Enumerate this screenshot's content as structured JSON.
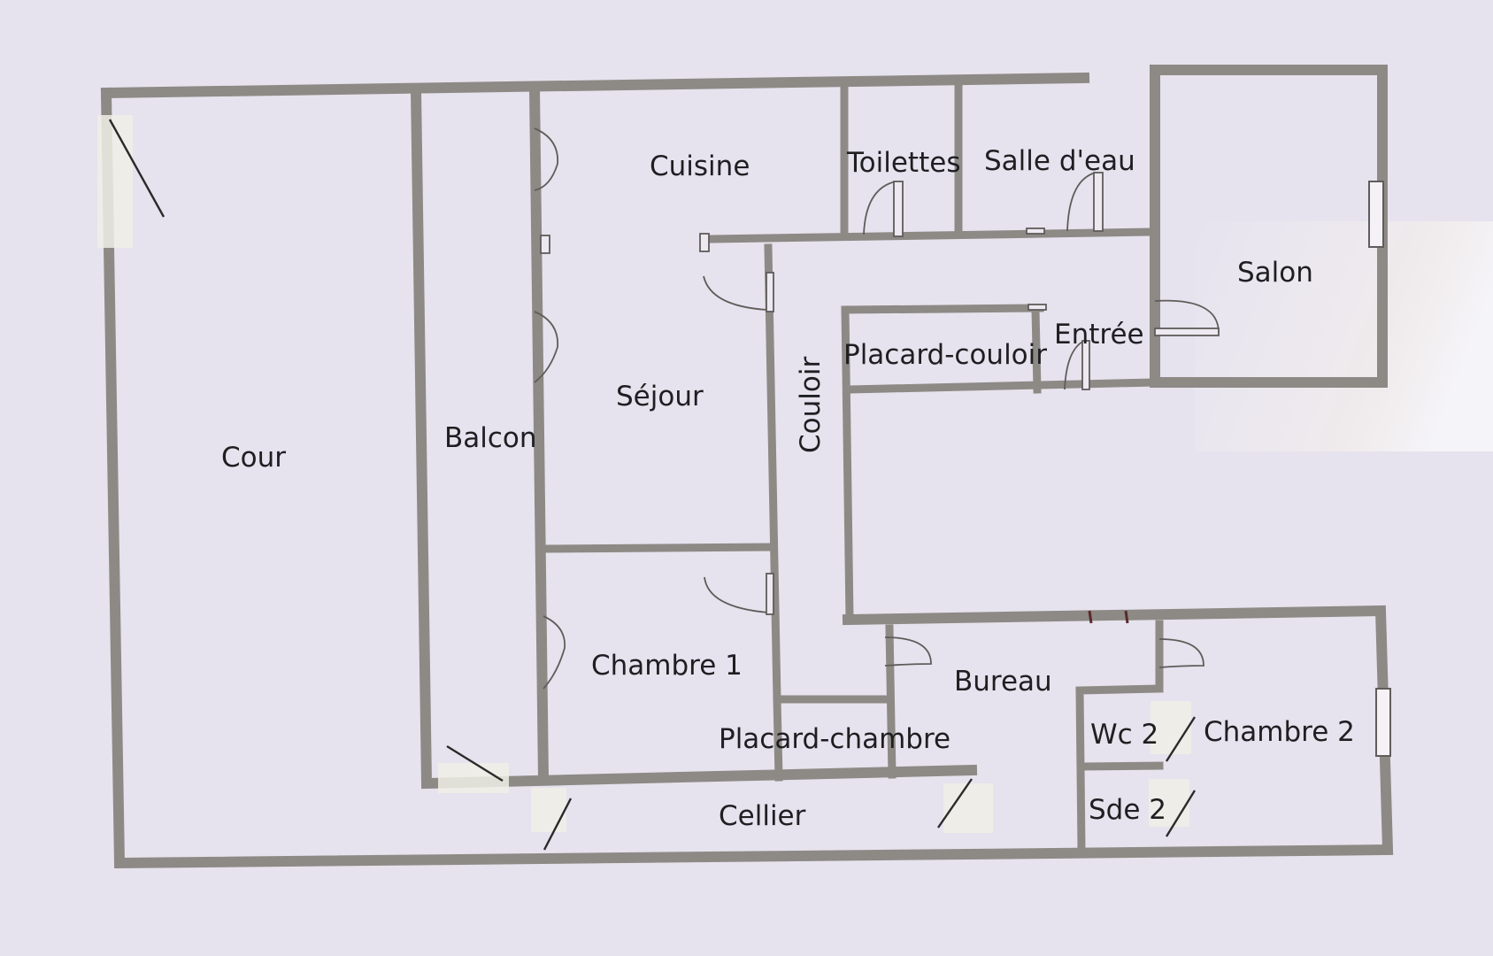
{
  "plan": {
    "rooms": {
      "cour": "Cour",
      "balcon": "Balcon",
      "cuisine": "Cuisine",
      "toilettes": "Toilettes",
      "salle_deau": "Salle d'eau",
      "salon": "Salon",
      "sejour": "Séjour",
      "couloir": "Couloir",
      "placard_couloir": "Placard-couloir",
      "entree": "Entrée",
      "chambre1": "Chambre 1",
      "placard_chambre": "Placard-chambre",
      "bureau": "Bureau",
      "wc2": "Wc 2",
      "chambre2": "Chambre 2",
      "sde2": "Sde 2",
      "cellier": "Cellier"
    },
    "colors": {
      "background": "#e6e3ee",
      "wall": "#8d8a86",
      "text": "#1f1f22"
    }
  }
}
